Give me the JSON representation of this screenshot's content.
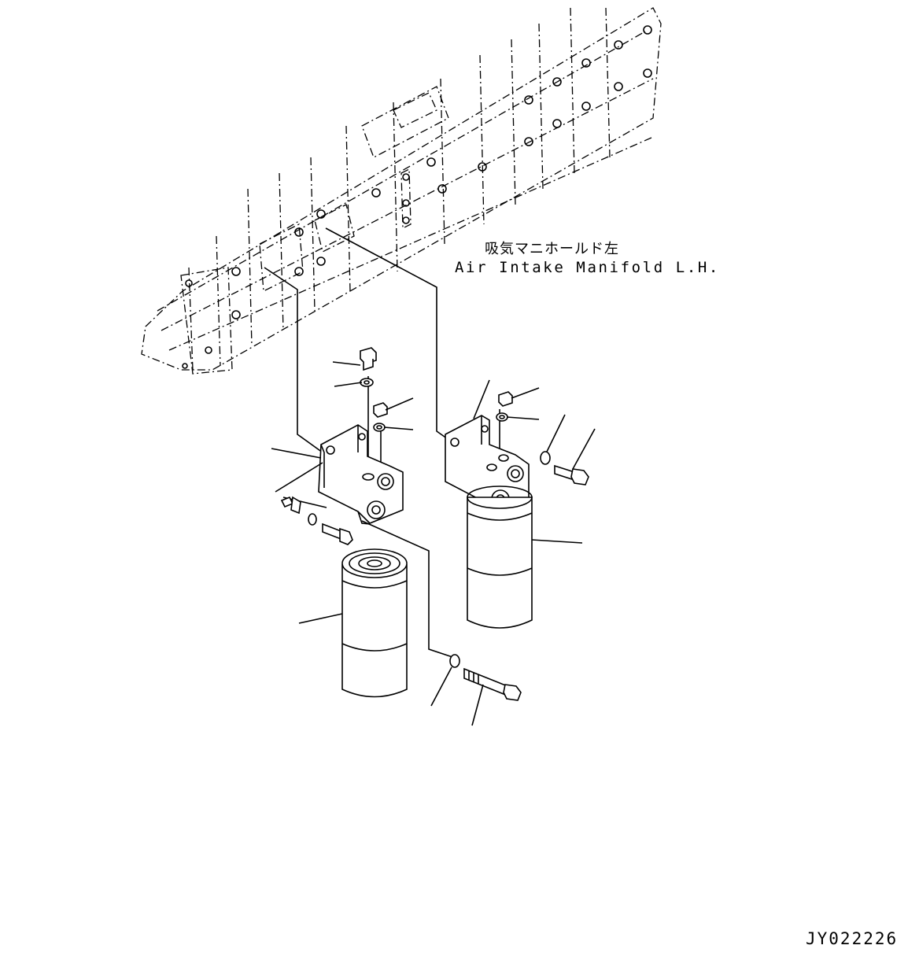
{
  "labels": {
    "manifold_jp": "吸気マニホールド左",
    "manifold_en": "Air Intake Manifold L.H.",
    "drawing_code": "JY022226"
  }
}
